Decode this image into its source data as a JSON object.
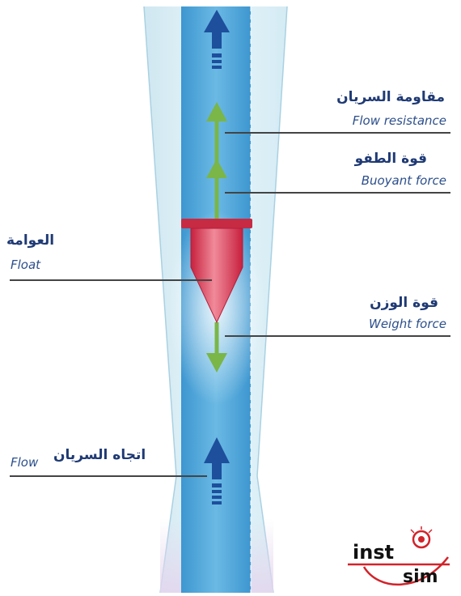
{
  "labels": {
    "flow_resistance": {
      "ar": "مقاومة السريان",
      "en": "Flow resistance"
    },
    "buoyant_force": {
      "ar": "قوة الطفو",
      "en": "Buoyant force"
    },
    "float": {
      "ar": "العوامة",
      "en": "Float"
    },
    "weight_force": {
      "ar": "قوة الوزن",
      "en": "Weight force"
    },
    "flow": {
      "ar": "اتجاه السريان",
      "en": "Flow"
    }
  },
  "logo": {
    "top": "inst",
    "bottom": "sim"
  },
  "colors": {
    "tube_glass": "#dbeef6",
    "flow_core": "#4aa3d8",
    "flow_arrow": "#1d4f9c",
    "force_arrow": "#7ab648",
    "float_body": "#d8344f",
    "float_cap": "#c72b44",
    "leader_line": "#444444",
    "logo_red": "#d1232a"
  },
  "icons": [
    "flow-up-arrow",
    "force-up-arrow",
    "force-down-arrow",
    "float-icon",
    "logo-icon"
  ]
}
